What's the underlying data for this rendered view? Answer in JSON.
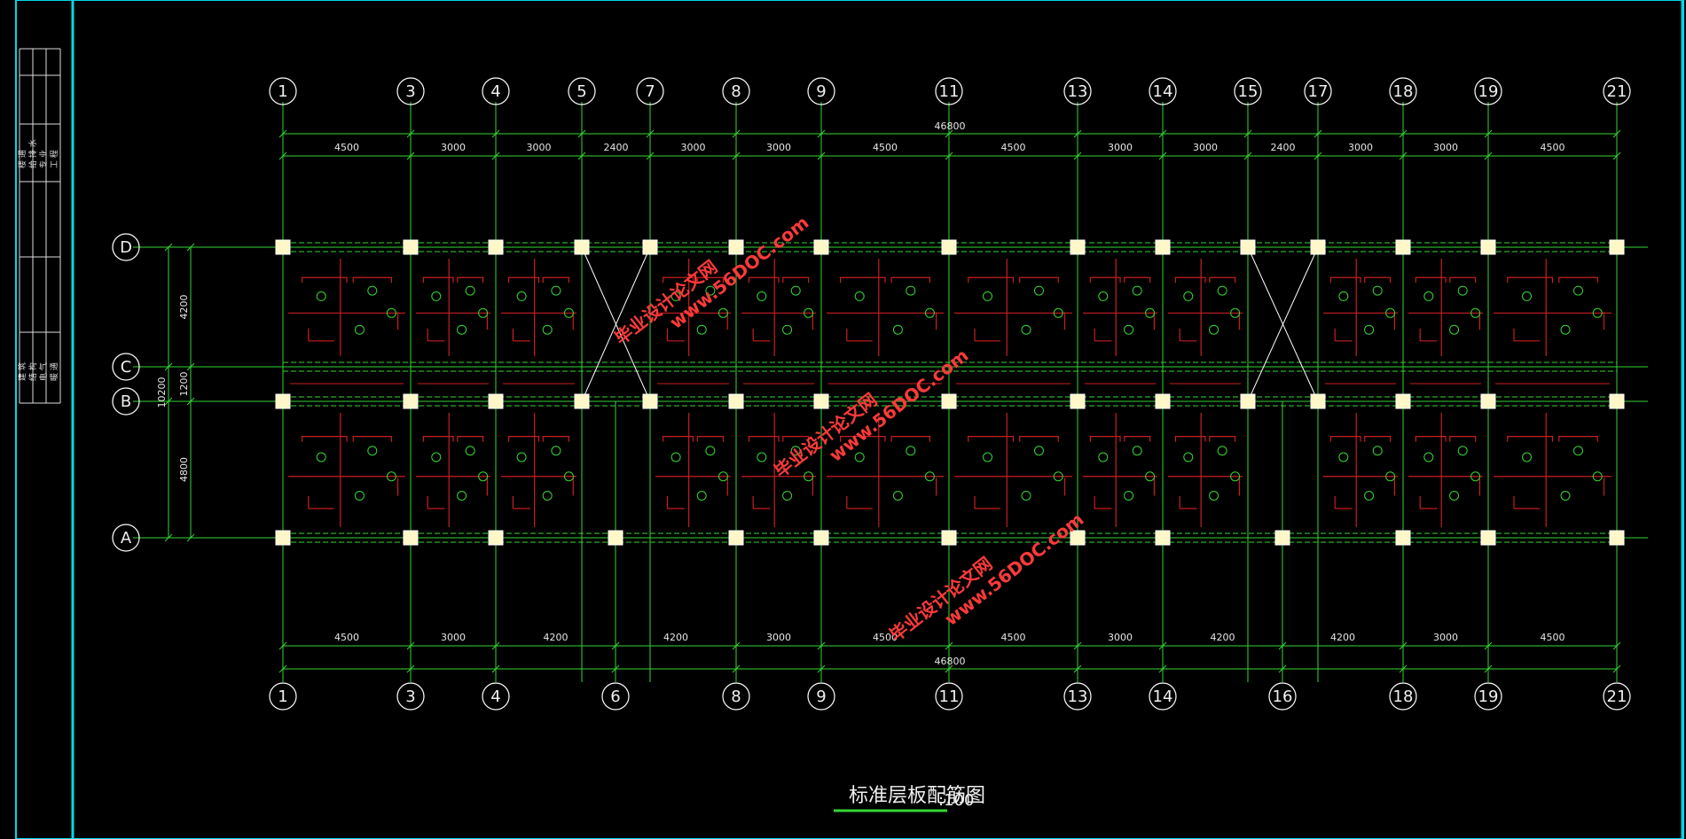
{
  "drawing": {
    "title": "标准层板配筋图",
    "scale": ":100",
    "colors": {
      "grid": "#35d635",
      "rebar": "#c81e1e",
      "text": "#e6e6e6",
      "frame": "#00d8e8",
      "watermark": "#ff3a3a"
    }
  },
  "axes": {
    "top_labels": [
      "1",
      "3",
      "4",
      "5",
      "7",
      "8",
      "9",
      "11",
      "13",
      "14",
      "15",
      "17",
      "18",
      "19",
      "21"
    ],
    "bottom_labels": [
      "1",
      "3",
      "4",
      "6",
      "8",
      "9",
      "11",
      "13",
      "14",
      "16",
      "18",
      "19",
      "21"
    ],
    "row_labels": [
      "D",
      "C",
      "B",
      "A"
    ]
  },
  "dimensions": {
    "top_total": "46800",
    "top_spans": [
      "4500",
      "3000",
      "3000",
      "2400",
      "3000",
      "3000",
      "4500",
      "4500",
      "3000",
      "3000",
      "2400",
      "3000",
      "3000",
      "4500"
    ],
    "bottom_total": "46800",
    "bottom_spans": [
      "4500",
      "3000",
      "4200",
      "4200",
      "3000",
      "4500",
      "4500",
      "3000",
      "4200",
      "4200",
      "3000",
      "4500"
    ],
    "left_total": "10200",
    "left_spans": [
      "4200",
      "1200",
      "4800"
    ]
  },
  "title_block": {
    "cells": [
      "楼 通",
      "给 排 水",
      "专 业",
      "工 程",
      "建 筑",
      "结 构",
      "电 气",
      "暖 通"
    ]
  },
  "watermarks": [
    {
      "line1": "毕业设计论文网",
      "line2": "www.56DOC.com"
    },
    {
      "line1": "毕业设计论文网",
      "line2": "www.56DOC.com"
    },
    {
      "line1": "毕业设计论文网",
      "line2": "www.56DOC.com"
    }
  ]
}
